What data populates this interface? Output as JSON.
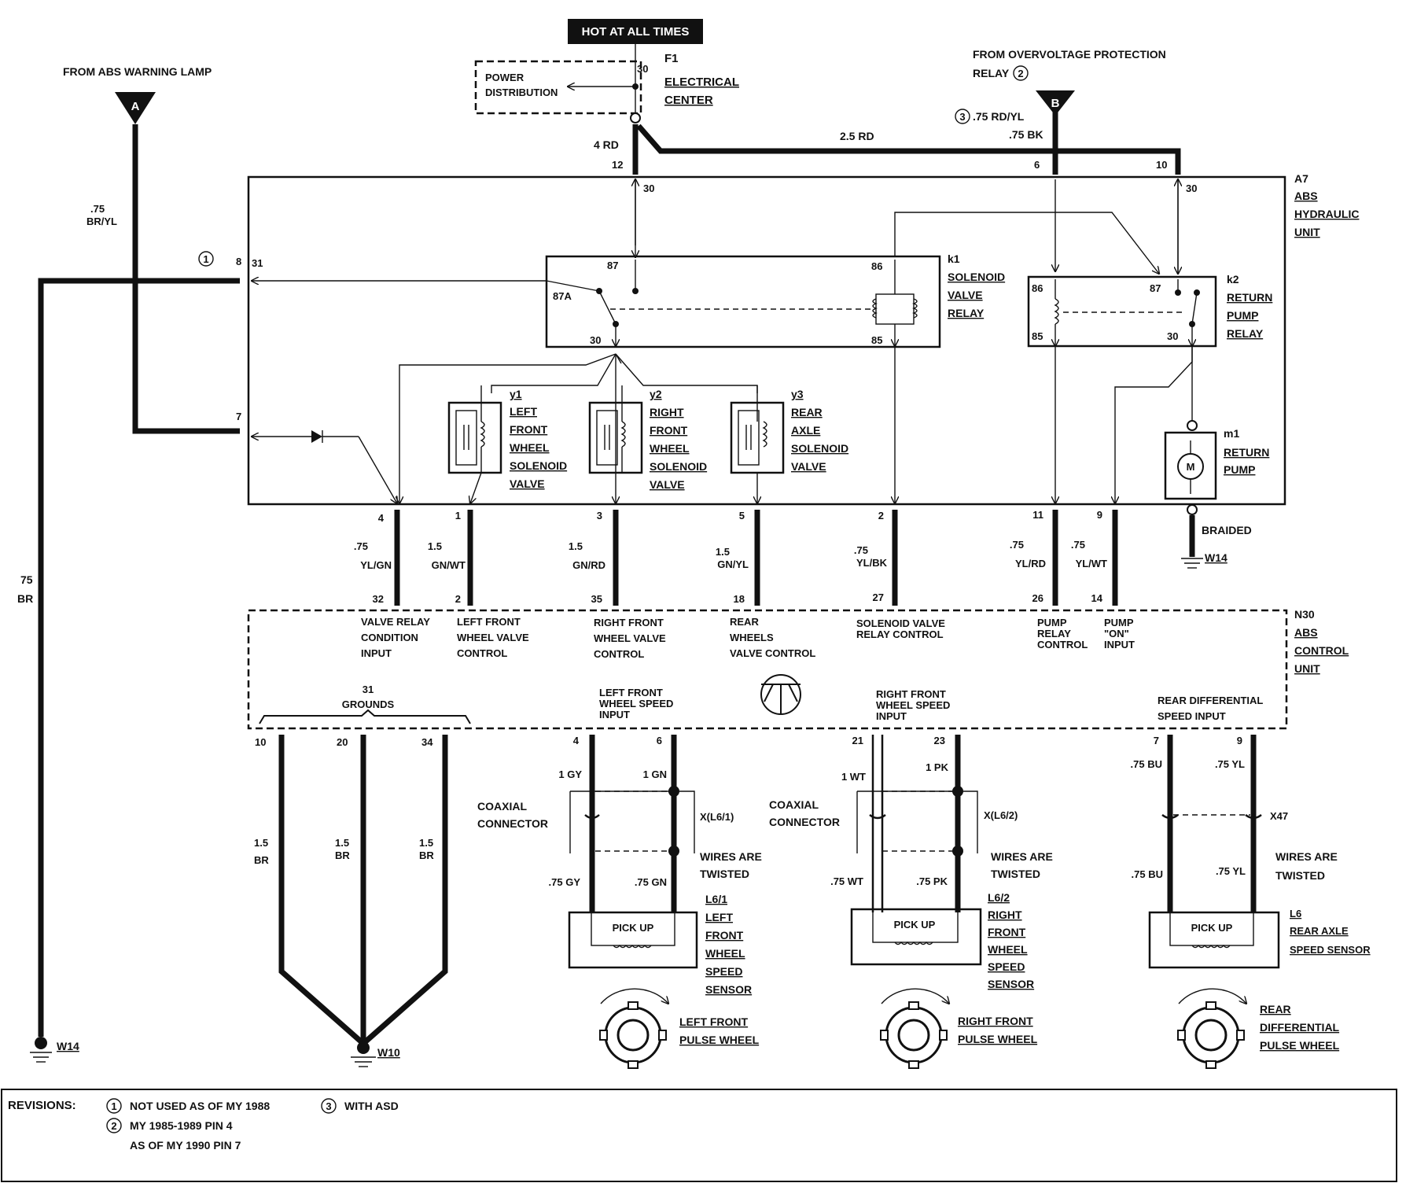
{
  "header": {
    "hot": "HOT AT ALL TIMES",
    "from_abs": "FROM ABS WARNING LAMP",
    "from_ov_1": "FROM OVERVOLTAGE PROTECTION",
    "from_ov_2": "RELAY",
    "conn_a": "A",
    "conn_b": "B"
  },
  "marks": {
    "c1": "1",
    "c2": "2",
    "c3": "3"
  },
  "power": {
    "dist_1": "POWER",
    "dist_2": "DISTRIBUTION",
    "f1_id": "F1",
    "f1_l1": "ELECTRICAL",
    "f1_l2": "CENTER",
    "pin30": "30"
  },
  "wires": {
    "w4rd": "4 RD",
    "w25rd": "2.5 RD",
    "w75rdyl": ".75 RD/YL",
    "w75bk": ".75 BK",
    "left_a": ".75",
    "left_b": "BR/YL",
    "far_a": "75",
    "far_b": "BR",
    "braided": "BRAIDED"
  },
  "a7": {
    "id": "A7",
    "l1": "ABS",
    "l2": "HYDRAULIC",
    "l3": "UNIT",
    "pin12": "12",
    "pin10": "10",
    "pin6": "6",
    "pin8": "8",
    "pin31": "31",
    "pin7": "7",
    "int30a": "30",
    "int30b": "30"
  },
  "k1": {
    "id": "k1",
    "l1": "SOLENOID",
    "l2": "VALVE",
    "l3": "RELAY",
    "p87": "87",
    "p87a": "87A",
    "p30": "30",
    "p86": "86",
    "p85": "85"
  },
  "k2": {
    "id": "k2",
    "l1": "RETURN",
    "l2": "PUMP",
    "l3": "RELAY",
    "p86": "86",
    "p85": "85",
    "p87": "87",
    "p30": "30"
  },
  "y1": {
    "id": "y1",
    "l1": "LEFT",
    "l2": "FRONT",
    "l3": "WHEEL",
    "l4": "SOLENOID",
    "l5": "VALVE"
  },
  "y2": {
    "id": "y2",
    "l1": "RIGHT",
    "l2": "FRONT",
    "l3": "WHEEL",
    "l4": "SOLENOID",
    "l5": "VALVE"
  },
  "y3": {
    "id": "y3",
    "l1": "REAR",
    "l2": "AXLE",
    "l3": "SOLENOID",
    "l4": "VALVE"
  },
  "m1": {
    "id": "m1",
    "l1": "RETURN",
    "l2": "PUMP",
    "sym": "M"
  },
  "ground": {
    "w14": "W14",
    "w10": "W10"
  },
  "harness": [
    {
      "top": "4",
      "bot": "32",
      "s1": ".75",
      "s2": "YL/GN"
    },
    {
      "top": "1",
      "bot": "2",
      "s1": "1.5",
      "s2": "GN/WT"
    },
    {
      "top": "3",
      "bot": "35",
      "s1": "1.5",
      "s2": "GN/RD"
    },
    {
      "top": "5",
      "bot": "18",
      "s1": "1.5",
      "s2": "GN/YL"
    },
    {
      "top": "2",
      "bot": "27",
      "s1": ".75",
      "s2": "YL/BK"
    },
    {
      "top": "11",
      "bot": "26",
      "s1": ".75",
      "s2": "YL/RD"
    },
    {
      "top": "9",
      "bot": "14",
      "s1": ".75",
      "s2": "YL/WT"
    }
  ],
  "n30": {
    "id": "N30",
    "l1": "ABS",
    "l2": "CONTROL",
    "l3": "UNIT",
    "vr_1": "VALVE RELAY",
    "vr_2": "CONDITION",
    "vr_3": "INPUT",
    "lf_1": "LEFT FRONT",
    "lf_2": "WHEEL VALVE",
    "lf_3": "CONTROL",
    "rf_1": "RIGHT FRONT",
    "rf_2": "WHEEL VALVE",
    "rf_3": "CONTROL",
    "rw_1": "REAR",
    "rw_2": "WHEELS",
    "rw_3": "VALVE CONTROL",
    "sv_1": "SOLENOID VALVE",
    "sv_2": "RELAY CONTROL",
    "pr_1": "PUMP",
    "pr_2": "RELAY",
    "pr_3": "CONTROL",
    "po_1": "PUMP",
    "po_2": "\"ON\"",
    "po_3": "INPUT",
    "gr_1": "31",
    "gr_2": "GROUNDS",
    "lfs_1": "LEFT FRONT",
    "lfs_2": "WHEEL SPEED",
    "lfs_3": "INPUT",
    "rfs_1": "RIGHT FRONT",
    "rfs_2": "WHEEL SPEED",
    "rfs_3": "INPUT",
    "rds_1": "REAR DIFFERENTIAL",
    "rds_2": "SPEED INPUT"
  },
  "grounds_wires": {
    "p10": "10",
    "p20": "20",
    "p34": "34",
    "a1": "1.5",
    "a2": "BR",
    "b1": "1.5",
    "b2": "BR",
    "c1": "1.5",
    "c2": "BR"
  },
  "sensor_lf": {
    "p4": "4",
    "p6": "6",
    "w1": "1 GY",
    "w2": "1 GN",
    "coax_1": "COAXIAL",
    "coax_2": "CONNECTOR",
    "conn": "X(L6/1)",
    "tw_1": "WIRES ARE",
    "tw_2": "TWISTED",
    "w3": ".75 GY",
    "w4": ".75 GN",
    "pick": "PICK UP",
    "id": "L6/1",
    "l1": "LEFT",
    "l2": "FRONT",
    "l3": "WHEEL",
    "l4": "SPEED",
    "l5": "SENSOR",
    "pw_1": "LEFT FRONT",
    "pw_2": "PULSE WHEEL"
  },
  "sensor_rf": {
    "p21": "21",
    "p23": "23",
    "w1": "1 WT",
    "w2": "1 PK",
    "coax_1": "COAXIAL",
    "coax_2": "CONNECTOR",
    "conn": "X(L6/2)",
    "tw_1": "WIRES ARE",
    "tw_2": "TWISTED",
    "w3": ".75 WT",
    "w4": ".75 PK",
    "pick": "PICK UP",
    "id": "L6/2",
    "l1": "RIGHT",
    "l2": "FRONT",
    "l3": "WHEEL",
    "l4": "SPEED",
    "l5": "SENSOR",
    "pw_1": "RIGHT FRONT",
    "pw_2": "PULSE WHEEL"
  },
  "sensor_rd": {
    "p7": "7",
    "p9": "9",
    "w1": ".75 BU",
    "w2": ".75 YL",
    "conn": "X47",
    "tw_1": "WIRES ARE",
    "tw_2": "TWISTED",
    "w3": ".75 BU",
    "w4": ".75 YL",
    "pick": "PICK UP",
    "id": "L6",
    "l1": "REAR AXLE",
    "l2": "SPEED SENSOR",
    "pw_1": "REAR",
    "pw_2": "DIFFERENTIAL",
    "pw_3": "PULSE WHEEL"
  },
  "revisions": {
    "label": "REVISIONS:",
    "n1": "1",
    "n2": "2",
    "n3": "3",
    "r1": "NOT USED AS OF MY 1988",
    "r2a": "MY 1985-1989 PIN 4",
    "r2b": "AS OF MY 1990 PIN 7",
    "r3": "WITH ASD"
  }
}
